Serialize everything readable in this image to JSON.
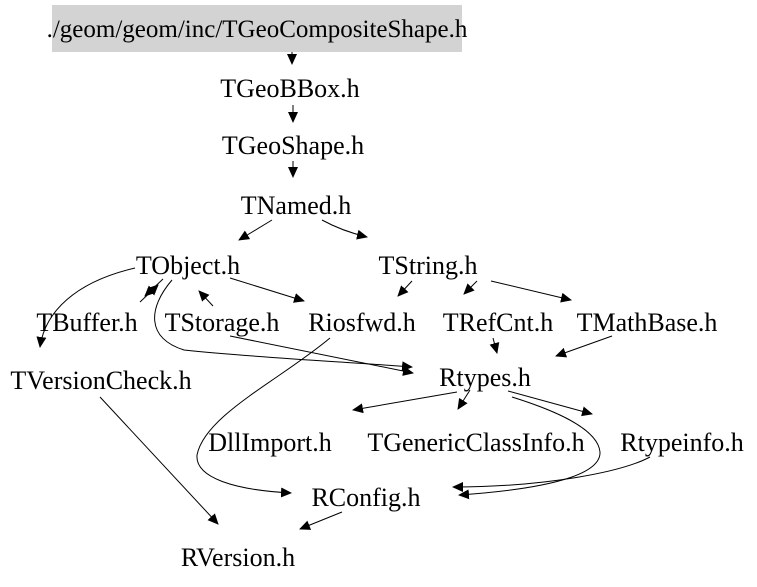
{
  "diagram": {
    "kind": "include-dependency-graph",
    "root": {
      "label": "./geom/geom/inc/TGeoCompositeShape.h",
      "bg": "#d3d3d3"
    },
    "nodes": {
      "tgeobbox": {
        "label": "TGeoBBox.h"
      },
      "tgeoshape": {
        "label": "TGeoShape.h"
      },
      "tnamed": {
        "label": "TNamed.h"
      },
      "tobject": {
        "label": "TObject.h"
      },
      "tstring": {
        "label": "TString.h"
      },
      "tbuffer": {
        "label": "TBuffer.h"
      },
      "tstorage": {
        "label": "TStorage.h"
      },
      "riosfwd": {
        "label": "Riosfwd.h"
      },
      "trefcnt": {
        "label": "TRefCnt.h"
      },
      "tmathbase": {
        "label": "TMathBase.h"
      },
      "tversioncheck": {
        "label": "TVersionCheck.h"
      },
      "rtypes": {
        "label": "Rtypes.h"
      },
      "dllimport": {
        "label": "DllImport.h"
      },
      "tgenericclassinfo": {
        "label": "TGenericClassInfo.h"
      },
      "rtypeinfo": {
        "label": "Rtypeinfo.h"
      },
      "rconfig": {
        "label": "RConfig.h"
      },
      "rversion": {
        "label": "RVersion.h"
      }
    },
    "edges": [
      {
        "from": "./geom/geom/inc/TGeoCompositeShape.h",
        "to": "TGeoBBox.h"
      },
      {
        "from": "TGeoBBox.h",
        "to": "TGeoShape.h"
      },
      {
        "from": "TGeoShape.h",
        "to": "TNamed.h"
      },
      {
        "from": "TNamed.h",
        "to": "TObject.h"
      },
      {
        "from": "TNamed.h",
        "to": "TString.h"
      },
      {
        "from": "TObject.h",
        "to": "TBuffer.h"
      },
      {
        "from": "TBuffer.h",
        "to": "TObject.h"
      },
      {
        "from": "TStorage.h",
        "to": "TObject.h"
      },
      {
        "from": "TObject.h",
        "to": "Riosfwd.h"
      },
      {
        "from": "TObject.h",
        "to": "TVersionCheck.h"
      },
      {
        "from": "TObject.h",
        "to": "Rtypes.h"
      },
      {
        "from": "TStorage.h",
        "to": "Rtypes.h"
      },
      {
        "from": "TString.h",
        "to": "Riosfwd.h"
      },
      {
        "from": "TString.h",
        "to": "TRefCnt.h"
      },
      {
        "from": "TString.h",
        "to": "TMathBase.h"
      },
      {
        "from": "TRefCnt.h",
        "to": "Rtypes.h"
      },
      {
        "from": "TMathBase.h",
        "to": "Rtypes.h"
      },
      {
        "from": "Riosfwd.h",
        "to": "RConfig.h"
      },
      {
        "from": "Rtypes.h",
        "to": "DllImport.h"
      },
      {
        "from": "Rtypes.h",
        "to": "TGenericClassInfo.h"
      },
      {
        "from": "Rtypes.h",
        "to": "Rtypeinfo.h"
      },
      {
        "from": "Rtypes.h",
        "to": "RConfig.h"
      },
      {
        "from": "Rtypeinfo.h",
        "to": "RConfig.h"
      },
      {
        "from": "TVersionCheck.h",
        "to": "RVersion.h"
      },
      {
        "from": "RConfig.h",
        "to": "RVersion.h"
      }
    ]
  }
}
